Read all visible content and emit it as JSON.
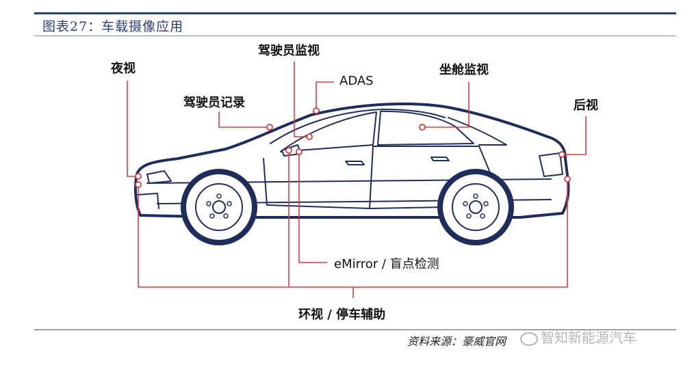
{
  "figure": {
    "title": "图表27：车载摄像应用",
    "source": "资料来源：豪威官网",
    "watermark": "智知新能源汽车"
  },
  "labels": {
    "night_vision": "夜视",
    "driver_record": "驾驶员记录",
    "driver_monitor": "驾驶员监视",
    "adas": "ADAS",
    "cabin_monitor": "坐舱监视",
    "rear_view": "后视",
    "emirror": "eMirror / 盲点检测",
    "surround": "环视 / 停车辅助"
  },
  "colors": {
    "car_outline": "#1f2d5c",
    "callout": "#e0393e",
    "title": "#2d3e7a"
  }
}
